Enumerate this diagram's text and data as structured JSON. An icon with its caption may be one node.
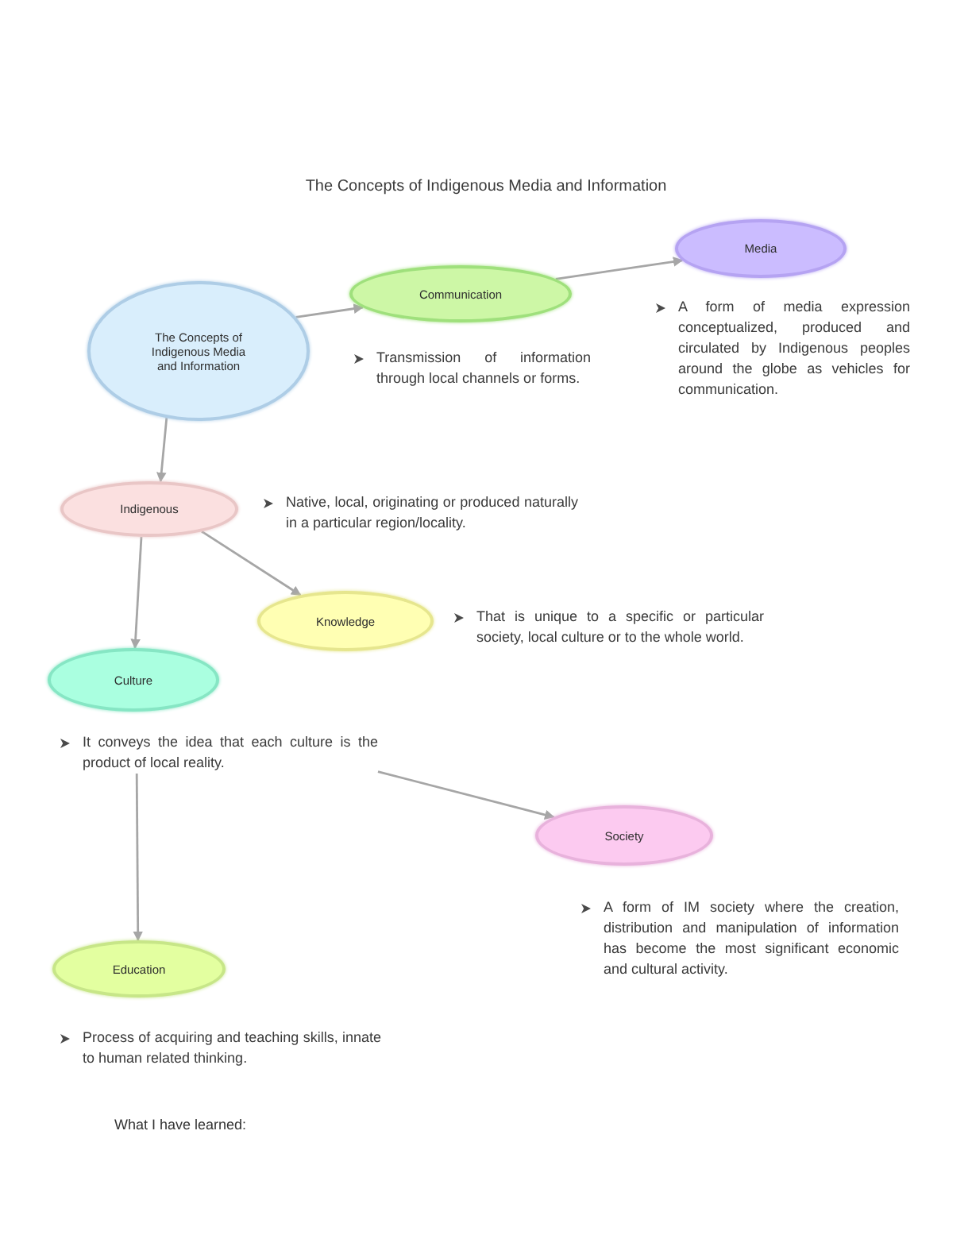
{
  "diagram": {
    "title": "The Concepts of Indigenous Media and Information",
    "nodes": [
      {
        "text": [
          "The Concepts of Indigenous Media and Information"
        ]
      },
      {
        "text": [
          "Communication"
        ],
        "beside": [
          "Transmission of information through local channels or forms."
        ]
      },
      {
        "text": [
          "Media"
        ],
        "beside": [
          "A form of media expression conceptualized, produced and circulated by Indigenous peoples around the globe as vehicles for communication."
        ]
      },
      {
        "text": [
          "Indigenous"
        ],
        "beside": [
          "Native, local, originating or produced naturally in a particular region/locality."
        ]
      },
      {
        "text": [
          "Knowledge"
        ],
        "beside": [
          "That is unique to a specific or particular society, local culture or to the whole world."
        ]
      },
      {
        "text": [
          "Culture"
        ]
      },
      {
        "text": [
          "It conveys the idea that each culture is the product of local reality."
        ]
      },
      {
        "text": [
          "Society"
        ],
        "beside": [
          "A form of IM society where the creation, distribution and manipulation of information has become the most significant economic and cultural activity."
        ]
      },
      {
        "text": [
          "Education"
        ],
        "beside": [
          "Process of acquiring and teaching skills, innate to human related thinking."
        ]
      }
    ],
    "edges": [
      {
        "from": 0,
        "to": 1,
        "arrow": "to"
      },
      {
        "from": 1,
        "to": 2,
        "arrow": "to"
      },
      {
        "from": 0,
        "to": 3,
        "arrow": "to"
      },
      {
        "from": 3,
        "to": 4,
        "arrow": "to"
      },
      {
        "from": 3,
        "to": 5,
        "arrow": "to"
      },
      {
        "from": 6,
        "to": 7,
        "arrow": "to"
      },
      {
        "from": 6,
        "to": 8,
        "arrow": "to"
      }
    ],
    "labels": [
      "What I have learned:"
    ]
  }
}
